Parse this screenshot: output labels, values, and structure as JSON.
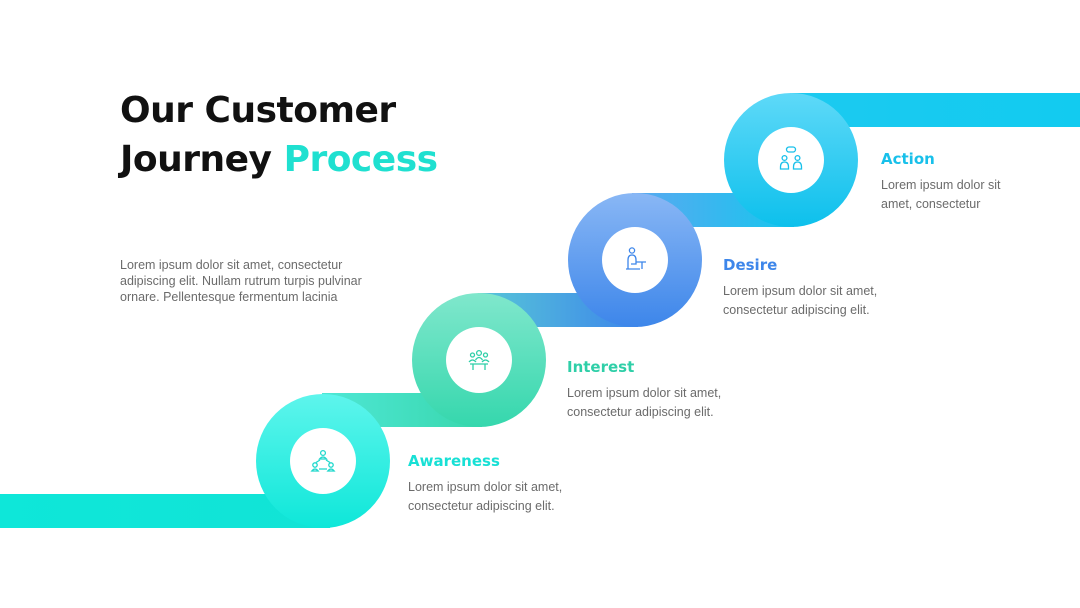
{
  "title": {
    "line1": "Our Customer",
    "line2_part1": "Journey ",
    "line2_part2": "Process"
  },
  "intro": "Lorem ipsum dolor sit amet, consectetur adipiscing elit. Nullam rutrum turpis pulvinar ornare. Pellentesque fermentum lacinia",
  "colors": {
    "awareness": "#18e0d5",
    "interest": "#2fcfa8",
    "desire": "#3d8ae8",
    "action": "#18c0ea"
  },
  "steps": [
    {
      "title": "Awareness",
      "text": "Lorem ipsum dolor sit amet, consectetur adipiscing elit.",
      "icon": "network-users-icon"
    },
    {
      "title": "Interest",
      "text": "Lorem ipsum dolor sit amet, consectetur adipiscing elit.",
      "icon": "group-meeting-icon"
    },
    {
      "title": "Desire",
      "text": "Lorem ipsum dolor sit amet, consectetur adipiscing elit.",
      "icon": "person-at-desk-icon"
    },
    {
      "title": "Action",
      "text": "Lorem ipsum dolor sit amet, consectetur",
      "icon": "people-chat-icon"
    }
  ]
}
